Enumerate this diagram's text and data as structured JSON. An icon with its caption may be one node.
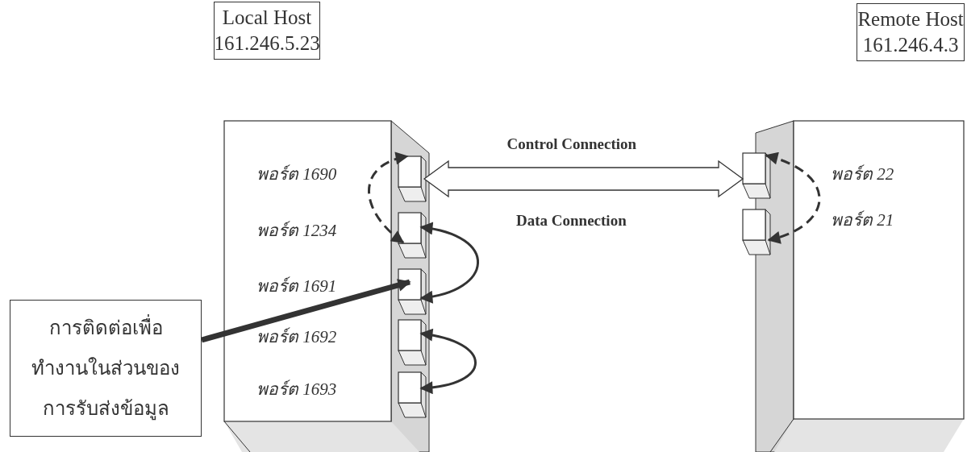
{
  "diagram": {
    "nodes": [
      {
        "text": [
          "Local Host",
          "161.246.5.23"
        ]
      },
      {
        "text": [
          "Remote Host",
          "161.246.4.3"
        ]
      },
      {
        "text": [],
        "shape": "box",
        "beside": [
          "พอร์ต 1690"
        ]
      },
      {
        "text": [],
        "shape": "box",
        "beside": [
          "พอร์ต 1234"
        ]
      },
      {
        "text": [],
        "shape": "box",
        "beside": [
          "พอร์ต 1691"
        ]
      },
      {
        "text": [],
        "shape": "box",
        "beside": [
          "พอร์ต 1692"
        ]
      },
      {
        "text": [],
        "shape": "box",
        "beside": [
          "พอร์ต 1693"
        ]
      },
      {
        "text": [],
        "shape": "box",
        "beside": [
          "พอร์ต 22"
        ]
      },
      {
        "text": [],
        "shape": "box",
        "beside": [
          "พอร์ต 21"
        ]
      },
      {
        "text": [
          "การติดต่อเพื่อทำงานในส่วนของการรับส่งข้อมูล"
        ]
      }
    ],
    "edges": [
      {
        "from": 2,
        "to": 7,
        "arrow": "both",
        "label": "Control Connection"
      },
      {
        "from": 3,
        "to": 2,
        "arrow": "both",
        "style": "dashed"
      },
      {
        "from": 3,
        "to": 4,
        "arrow": "both"
      },
      {
        "from": 5,
        "to": 6,
        "arrow": "both"
      },
      {
        "from": 9,
        "to": 4,
        "arrow": "to",
        "style": "thick"
      },
      {
        "from": 7,
        "to": 8,
        "arrow": "both",
        "style": "dashed"
      }
    ],
    "labels": [
      "Data Connection"
    ]
  }
}
